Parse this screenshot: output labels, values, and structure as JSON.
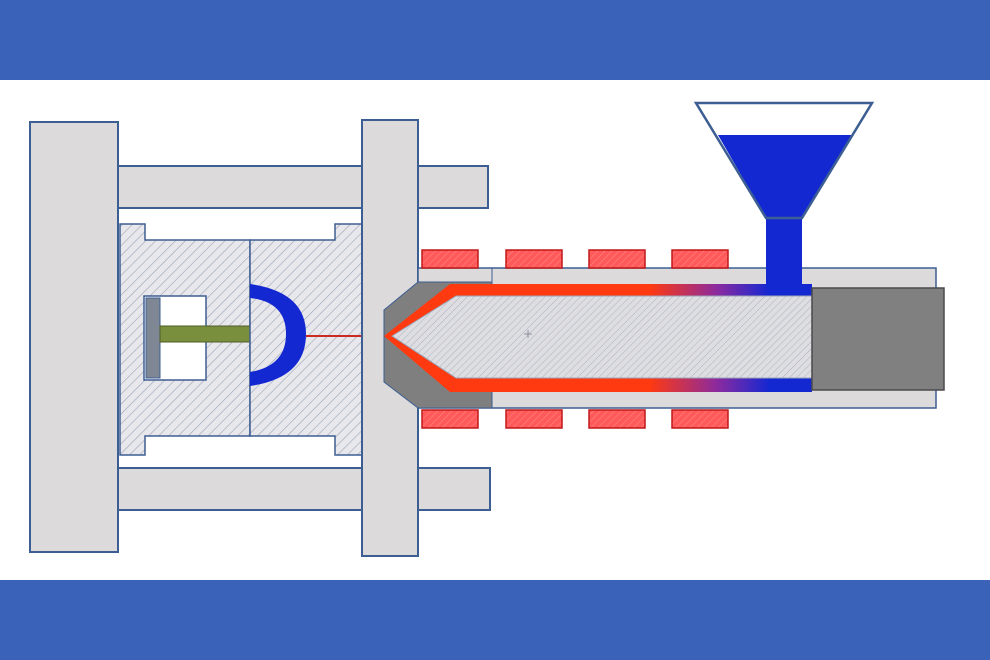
{
  "diagram": {
    "kind": "injection-molding-machine-cross-section",
    "labels": []
  },
  "colors": {
    "band": "#3a62b8",
    "background": "#ffffff",
    "frame_fill": "#dcdadb",
    "frame_stroke": "#3d5e92",
    "mold_hatch": "#9aa3b5",
    "melt_hot": "#ff3a10",
    "melt_cold": "#1428d2",
    "heater": "#ff5a5a",
    "heater_stroke": "#c01818",
    "nozzle": "#7f7f7f",
    "screw_drive": "#808080",
    "ejector_pin": "#7a8f3e",
    "hopper_fill": "#1428d2"
  },
  "parts": [
    "fixed-platen",
    "moving-platen",
    "tie-bar-top",
    "tie-bar-bottom",
    "mold-half-left",
    "mold-half-right",
    "mold-cavity",
    "ejector-pin",
    "nozzle",
    "barrel",
    "screw",
    "heater-bands",
    "hopper",
    "screw-drive"
  ],
  "heater_band_count": 8
}
